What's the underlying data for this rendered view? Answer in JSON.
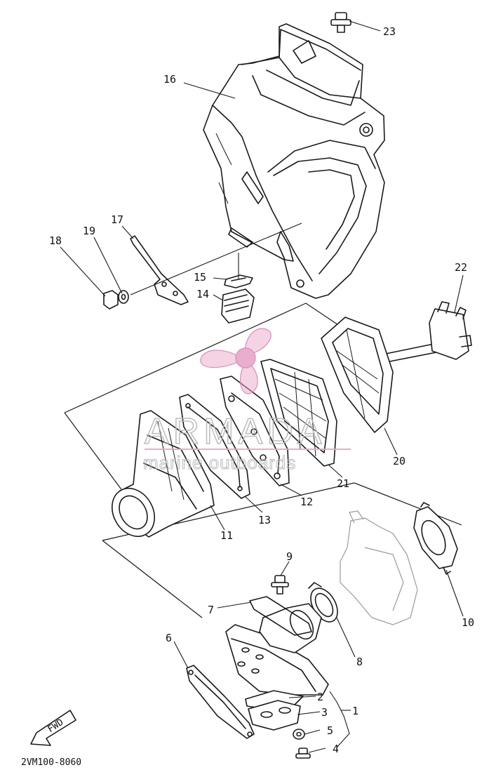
{
  "diagram": {
    "labels": {
      "p1": "1",
      "p2": "2",
      "p3": "3",
      "p4": "4",
      "p5": "5",
      "p6": "6",
      "p7": "7",
      "p8": "8",
      "p9": "9",
      "p10": "10",
      "p11": "11",
      "p12": "12",
      "p13": "13",
      "p14": "14",
      "p15": "15",
      "p16": "16",
      "p17": "17",
      "p18": "18",
      "p19": "19",
      "p20": "20",
      "p21": "21",
      "p22": "22",
      "p23": "23"
    },
    "diagram_code": "2VM100-8060",
    "fwd_label": "FWD"
  },
  "watermark": {
    "brand": "ARMADA",
    "tagline": "marine outboards",
    "colors": {
      "propeller": "#e7a6c9",
      "line": "#e7a6c9",
      "text": "#b9b9b9"
    }
  }
}
